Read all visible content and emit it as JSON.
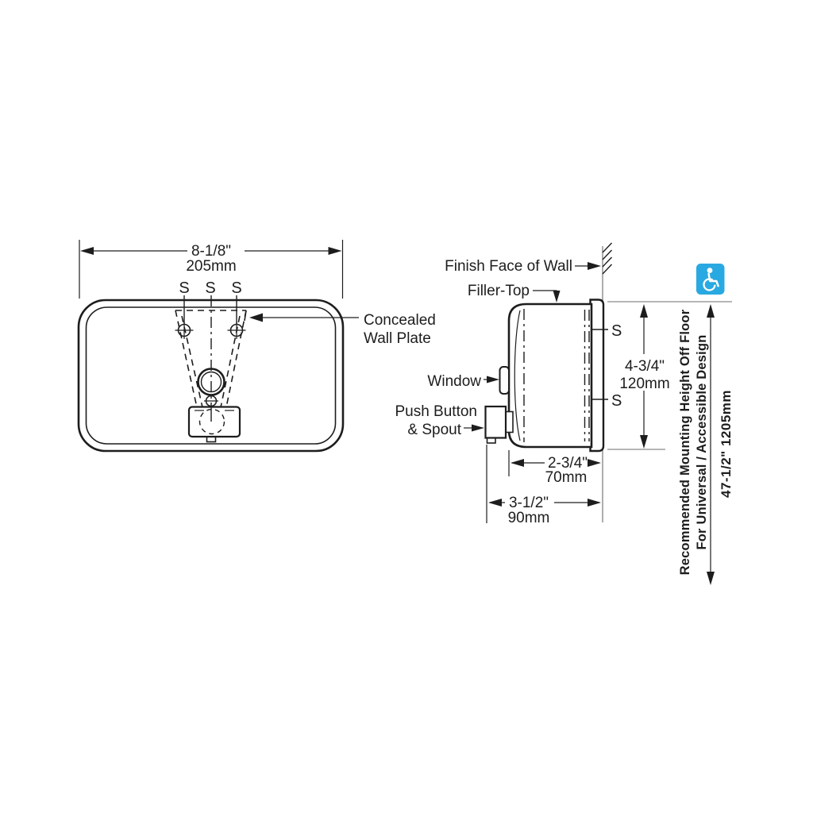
{
  "front": {
    "width_in": "8-1/8\"",
    "width_mm": "205mm",
    "s1": "S",
    "s2": "S",
    "s3": "S",
    "callout_line1": "Concealed",
    "callout_line2": "Wall Plate"
  },
  "side": {
    "finish_face": "Finish Face of Wall",
    "filler_top": "Filler-Top",
    "window": "Window",
    "push_button1": "Push Button",
    "push_button2": "& Spout",
    "s_top": "S",
    "s_bottom": "S",
    "height_in": "4-3/4\"",
    "height_mm": "120mm",
    "depth_in": "2-3/4\"",
    "depth_mm": "70mm",
    "proj_in": "3-1/2\"",
    "proj_mm": "90mm"
  },
  "mounting": {
    "note_line1": "Recommended Mounting Height Off Floor",
    "note_line2": "For Universal / Accessible Design",
    "height_dim": "47-1/2\"  1205mm"
  },
  "colors": {
    "red": "#e8432c",
    "blue": "#29a9e1",
    "ink": "#1d1d1d"
  }
}
